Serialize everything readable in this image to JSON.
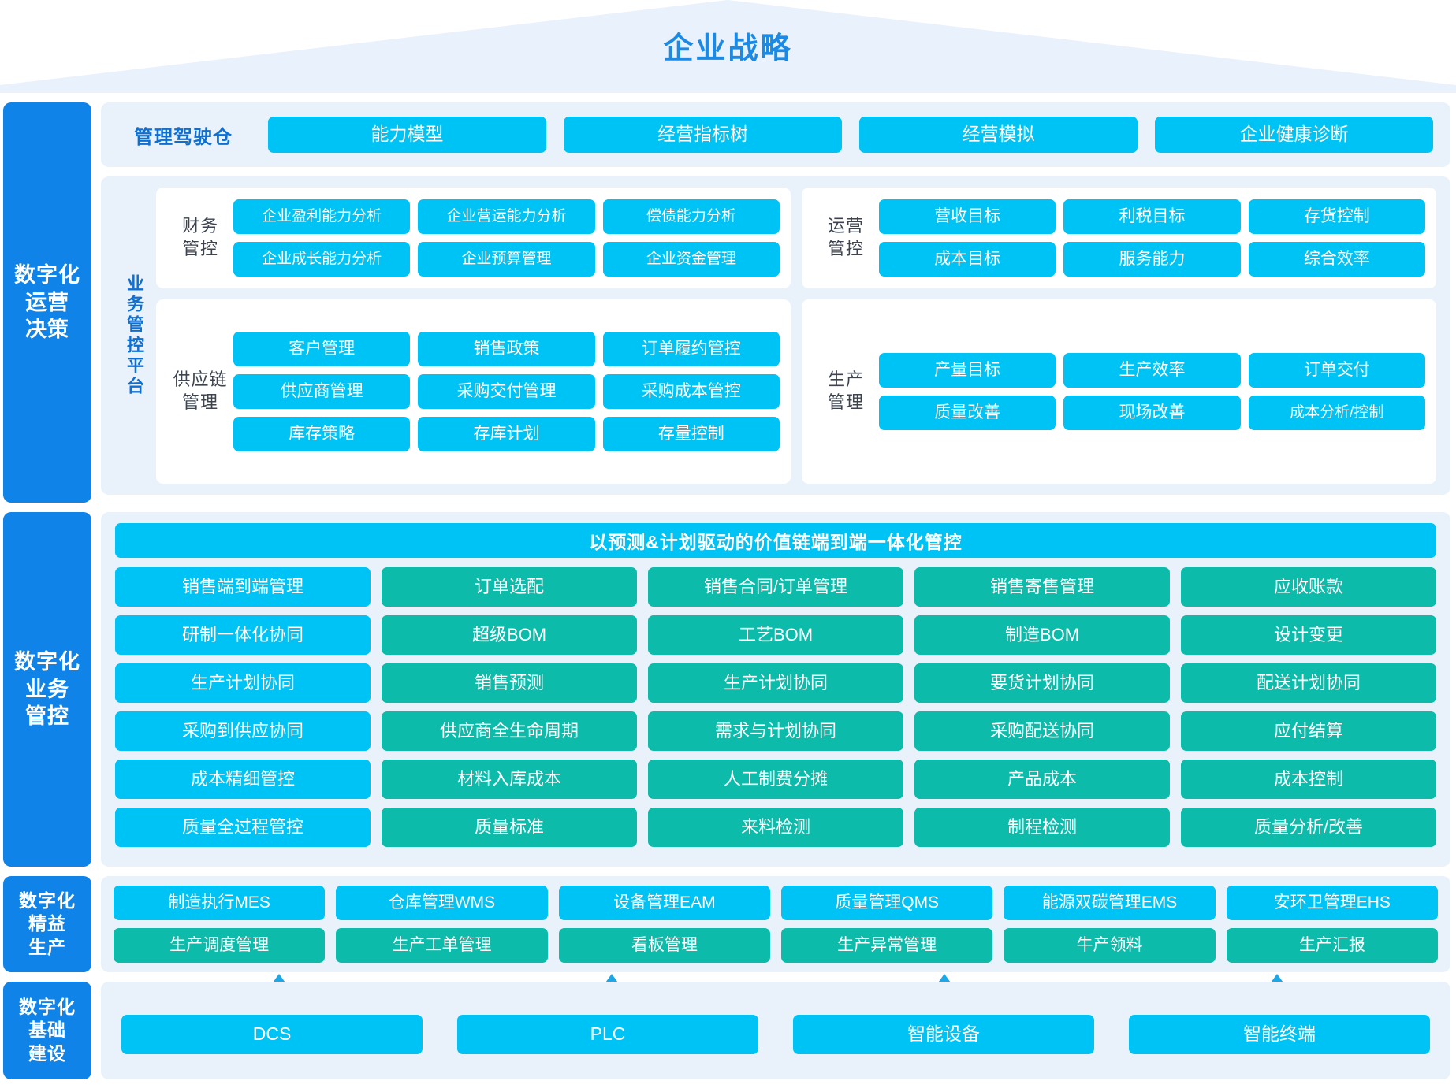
{
  "title": "企业战略",
  "colors": {
    "brand_blue": "#0f83e8",
    "title_blue": "#1a8ae5",
    "cyan": "#00c3f5",
    "teal": "#0dbbaa",
    "panel_bg": "#e9f2fb"
  },
  "rails": [
    {
      "id": "rail-operations-decision",
      "label": "数字化\n运营\n决策"
    },
    {
      "id": "rail-business-control",
      "label": "数字化\n业务\n管控"
    },
    {
      "id": "rail-lean-production",
      "label": "数字化\n精益\n生产"
    },
    {
      "id": "rail-infrastructure",
      "label": "数字化\n基础\n建设"
    }
  ],
  "cockpit": {
    "label": "管理驾驶仓",
    "buttons": [
      "能力模型",
      "经营指标树",
      "经营模拟",
      "企业健康诊断"
    ]
  },
  "platform": {
    "vertical_label": "业务管控平台",
    "groups": [
      {
        "id": "finance-control",
        "title": "财务\n管控",
        "items": [
          "企业盈利能力分析",
          "企业营运能力分析",
          "偿债能力分析",
          "企业成长能力分析",
          "企业预算管理",
          "企业资金管理"
        ]
      },
      {
        "id": "supply-chain",
        "title": "供应链\n管理",
        "items": [
          "客户管理",
          "销售政策",
          "订单履约管控",
          "供应商管理",
          "采购交付管理",
          "采购成本管控",
          "库存策略",
          "存库计划",
          "存量控制"
        ]
      },
      {
        "id": "operations-control",
        "title": "运营\n管控",
        "items": [
          "营收目标",
          "利税目标",
          "存货控制",
          "成本目标",
          "服务能力",
          "综合效率"
        ]
      },
      {
        "id": "production-management",
        "title": "生产\n管理",
        "items": [
          "产量目标",
          "生产效率",
          "订单交付",
          "质量改善",
          "现场改善",
          "成本分析/控制"
        ]
      }
    ]
  },
  "business_control": {
    "banner": "以预测&计划驱动的价值链端到端一体化管控",
    "rows": [
      [
        "销售端到端管理",
        "订单选配",
        "销售合同/订单管理",
        "销售寄售管理",
        "应收账款"
      ],
      [
        "研制一体化协同",
        "超级BOM",
        "工艺BOM",
        "制造BOM",
        "设计变更"
      ],
      [
        "生产计划协同",
        "销售预测",
        "生产计划协同",
        "要货计划协同",
        "配送计划协同"
      ],
      [
        "采购到供应协同",
        "供应商全生命周期",
        "需求与计划协同",
        "采购配送协同",
        "应付结算"
      ],
      [
        "成本精细管控",
        "材料入库成本",
        "人工制费分摊",
        "产品成本",
        "成本控制"
      ],
      [
        "质量全过程管控",
        "质量标准",
        "来料检测",
        "制程检测",
        "质量分析/改善"
      ]
    ]
  },
  "lean_production": {
    "row1": [
      "制造执行MES",
      "仓库管理WMS",
      "设备管理EAM",
      "质量管理QMS",
      "能源双碳管理EMS",
      "安环卫管理EHS"
    ],
    "row2": [
      "生产调度管理",
      "生产工单管理",
      "看板管理",
      "生产异常管理",
      "牛产领料",
      "生产汇报"
    ]
  },
  "infrastructure": {
    "items": [
      "DCS",
      "PLC",
      "智能设备",
      "智能终端"
    ],
    "connector_icon": "double-arrow-vertical-icon"
  }
}
